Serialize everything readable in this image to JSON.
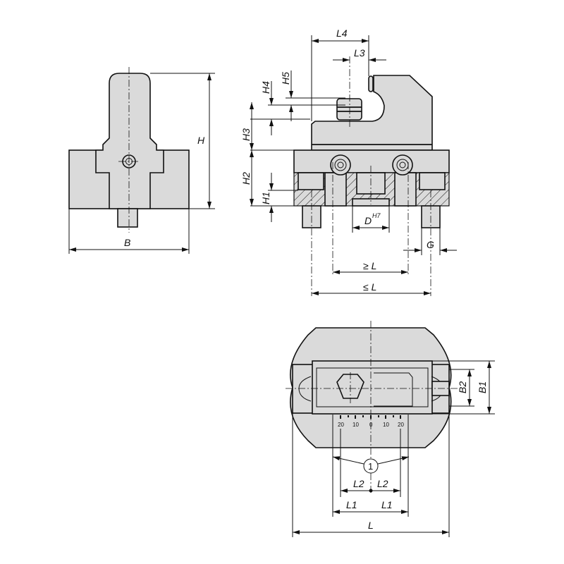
{
  "drawing": {
    "side_view": {
      "labels": {
        "height": "H",
        "width": "B"
      }
    },
    "front_view": {
      "labels": {
        "l4": "L4",
        "l3": "L3",
        "h4": "H4",
        "h5": "H5",
        "h3": "H3",
        "h2": "H2",
        "h1": "H1",
        "d": "D",
        "d_tol": "H7",
        "g": "G",
        "l_min": "≥ L",
        "l_max": "≤ L"
      }
    },
    "top_view": {
      "scale": [
        "20",
        "10",
        "0",
        "10",
        "20"
      ],
      "callout": "1",
      "labels": {
        "b2": "B2",
        "b1": "B1",
        "l2_left": "L2",
        "l2_right": "L2",
        "l1_left": "L1",
        "l1_right": "L1",
        "l": "L"
      }
    }
  }
}
